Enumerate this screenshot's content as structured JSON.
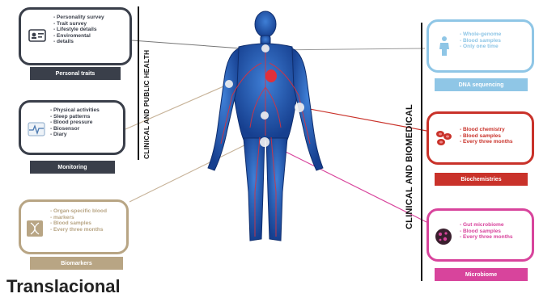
{
  "left_heading": "CLINICAL AND PUBLIC HEALTH",
  "right_heading": "CLINICAL AND BIOMEDICAL",
  "bottom_title": "Translacional",
  "colors": {
    "personal": "#3a3f4a",
    "monitoring": "#3a3f4a",
    "biomarkers": "#b8a584",
    "dna": "#8fc6e6",
    "biochem": "#c9322a",
    "microbiome": "#d8449c",
    "body": "#1e4fa8"
  },
  "cards": {
    "personal": {
      "label": "Personal traits",
      "items": [
        "Personality survey",
        "Trait survey",
        "Lifestyle details",
        "Enviromental",
        "details"
      ]
    },
    "monitoring": {
      "label": "Monitoring",
      "items": [
        "Physical activities",
        "Sleep patterns",
        "Blood pressure",
        "Biosensor",
        "Diary"
      ]
    },
    "biomarkers": {
      "label": "Biomarkers",
      "items": [
        "Organ-specific blood",
        "markers",
        "Blood samples",
        "Every three months"
      ]
    },
    "dna": {
      "label": "DNA sequencing",
      "items": [
        "Whole-genome",
        "Blood samples",
        "Only one time"
      ]
    },
    "biochem": {
      "label": "Biochemistries",
      "items": [
        "Blood chemistry",
        "Blood samples",
        "Every three months"
      ]
    },
    "microbiome": {
      "label": "Microbiome",
      "items": [
        "Gut microbiome",
        "Blood samples",
        "Every three months"
      ]
    }
  }
}
